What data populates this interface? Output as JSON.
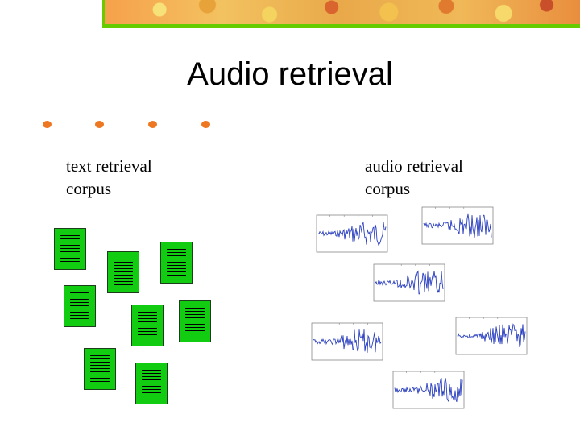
{
  "slide": {
    "title": "Audio retrieval",
    "left_label": "text retrieval\ncorpus",
    "right_label": "audio retrieval\ncorpus"
  },
  "colors": {
    "accent_green": "#66cc00",
    "bullet_orange": "#ee7722",
    "document_green": "#11cc11",
    "waveform_blue": "#2a3fbf"
  },
  "text_documents_count": 8,
  "audio_waveforms_count": 6
}
